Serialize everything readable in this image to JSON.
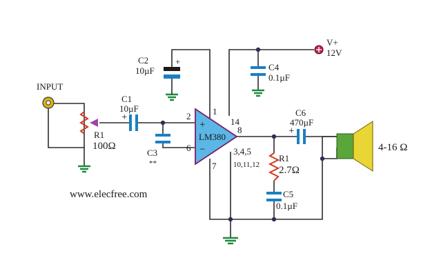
{
  "colors": {
    "wire": "#2b2b2b",
    "opamp_fill": "#5bb7e6",
    "opamp_stroke": "#7a1c6b",
    "capacitor": "#1b7fc4",
    "ground": "#1f8a3a",
    "resistor": "#d23a1f",
    "arrow": "#a044a8",
    "speaker_face": "#e9d534",
    "speaker_body": "#5aa63a",
    "v_terminal": "#c2224a",
    "jack": "#d9b21a"
  },
  "labels": {
    "input": "INPUT",
    "r1_pot_name": "R1",
    "r1_pot_value": "100Ω",
    "c1_name": "C1",
    "c1_value": "10µF",
    "c2_name": "C2",
    "c2_value": "10µF",
    "c2_plus": "+",
    "c3_name": "C3",
    "c3_value": "**",
    "c4_name": "C4",
    "c4_value": "0.1µF",
    "c5_name": "C5",
    "c5_value": "0.1µF",
    "c6_name": "C6",
    "c6_value": "470µF",
    "r1_name": "R1",
    "r1_value": "2.7Ω",
    "chip": "LM380",
    "pin_1": "1",
    "pin_2": "2",
    "pin_6": "6",
    "pin_7": "7",
    "pin_8": "8",
    "pin_14": "14",
    "pins_gnd_a": "3,4,5",
    "pins_gnd_b": "10,11,12",
    "plus_sign": "+",
    "minus_sign": "−",
    "vplus": "V+",
    "vvalue": "12V",
    "speaker": "4-16 Ω",
    "website": "www.elecfree.com"
  }
}
